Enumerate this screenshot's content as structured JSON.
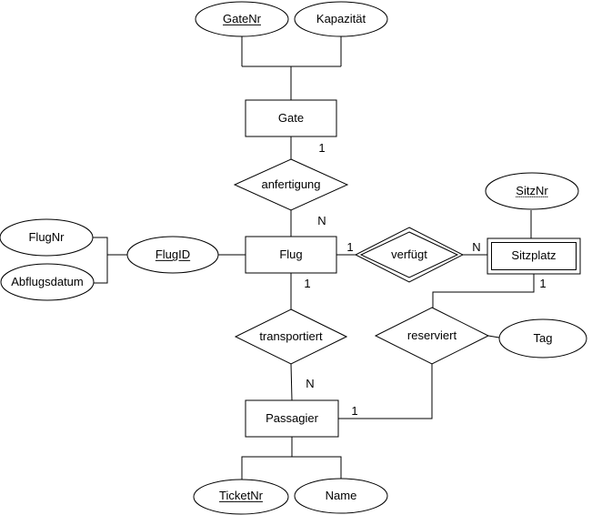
{
  "diagram_type": "entity-relationship",
  "colors": {
    "stroke": "#000000",
    "text": "#000000",
    "canvas": "#ffffff"
  },
  "entities": {
    "gate": {
      "label": "Gate",
      "weak": false
    },
    "flug": {
      "label": "Flug",
      "weak": false
    },
    "sitzplatz": {
      "label": "Sitzplatz",
      "weak": true
    },
    "passagier": {
      "label": "Passagier",
      "weak": false
    }
  },
  "relationships": {
    "anfertigung": {
      "label": "anfertigung",
      "identifying": false
    },
    "verfuegt": {
      "label": "verfügt",
      "identifying": true
    },
    "transportiert": {
      "label": "transportiert",
      "identifying": false
    },
    "reserviert": {
      "label": "reserviert",
      "identifying": false
    }
  },
  "attributes": {
    "gatenr": {
      "label": "GateNr",
      "underline": "solid"
    },
    "kapazitaet": {
      "label": "Kapazität",
      "underline": "none"
    },
    "flugnr": {
      "label": "FlugNr",
      "underline": "none"
    },
    "abflugsdatum": {
      "label": "Abflugsdatum",
      "underline": "none"
    },
    "flugid": {
      "label": "FlugID",
      "underline": "solid"
    },
    "sitznr": {
      "label": "SitzNr",
      "underline": "dotted"
    },
    "tag": {
      "label": "Tag",
      "underline": "none"
    },
    "ticketnr": {
      "label": "TicketNr",
      "underline": "solid"
    },
    "name": {
      "label": "Name",
      "underline": "none"
    }
  },
  "cardinalities": {
    "gate_anfertigung": "1",
    "anfertigung_flug": "N",
    "flug_verfuegt": "1",
    "verfuegt_sitzplatz": "N",
    "flug_transportiert": "1",
    "transportiert_passagier": "N",
    "sitzplatz_reserviert": "1",
    "reserviert_passagier": "1"
  }
}
